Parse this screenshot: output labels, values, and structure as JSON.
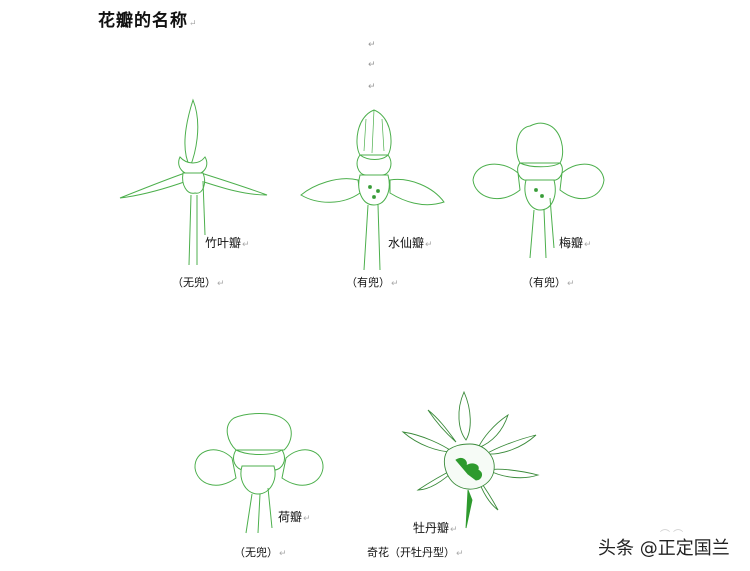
{
  "title": "花瓣的名称",
  "paragraph_mark": "↵",
  "line_color": "#3aa83a",
  "flowers": [
    {
      "name": "竹叶瓣",
      "note": "（无兜）"
    },
    {
      "name": "水仙瓣",
      "note": "（有兜）"
    },
    {
      "name": "梅瓣",
      "note": "（有兜）"
    },
    {
      "name": "荷瓣",
      "note": "（无兜）"
    },
    {
      "name": "牡丹瓣",
      "note": "奇花（开牡丹型）"
    }
  ],
  "watermark": "头条 @正定国兰"
}
